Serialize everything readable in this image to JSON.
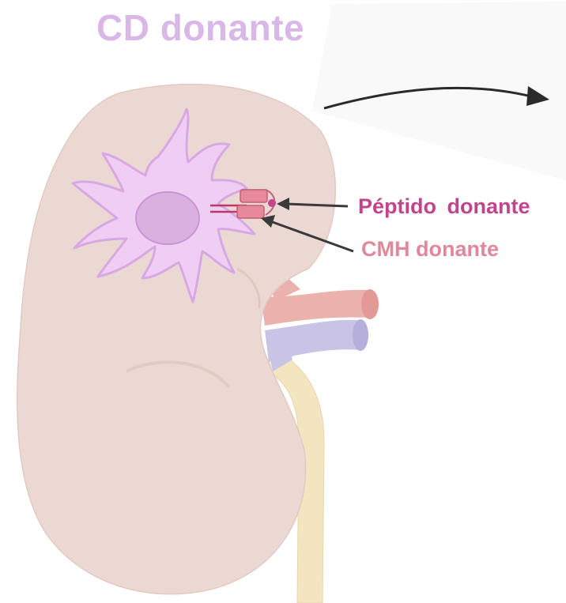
{
  "title": "CD donante",
  "labels": {
    "peptide": "Péptido  donante",
    "mhc": "CMH donante"
  },
  "colors": {
    "title": "#d9b8e8",
    "peptide": "#c2448a",
    "mhc": "#e0889b",
    "kidney": "#ecd8d3",
    "dendritic_cell": "#f0cdf2",
    "nucleus": "#d9b0e0",
    "artery": "#eab1ad",
    "vein": "#c9c3e6",
    "ureter": "#f2e5c0",
    "arrow": "#2a2a2a"
  },
  "icons": [
    "kidney-illustration",
    "dendritic-cell-icon",
    "mhc-molecule-icon",
    "peptide-icon",
    "curved-arrow-icon"
  ]
}
